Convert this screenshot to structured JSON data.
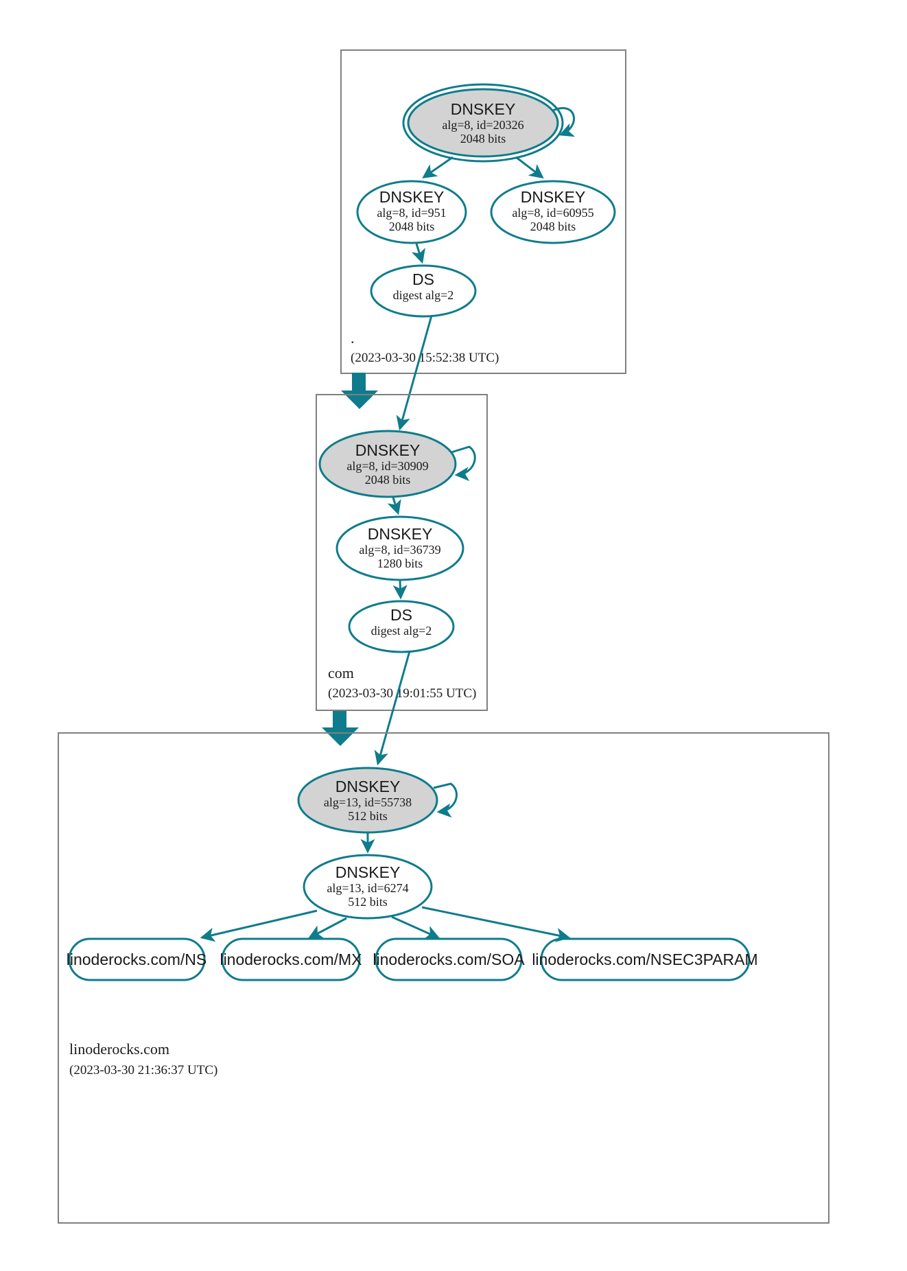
{
  "diagram": {
    "kind": "dnssec-chain-of-trust",
    "colors": {
      "accent": "#0e7c8c",
      "secure_node_fill": "#d3d3d3",
      "plain_node_fill": "#ffffff",
      "zone_border": "#808080",
      "text": "#1a1a1a",
      "background": "#ffffff"
    }
  },
  "zones": [
    {
      "id": "root",
      "name": ".",
      "timestamp": "(2023-03-30 15:52:38 UTC)",
      "nodes": [
        {
          "id": "root-ksk",
          "type": "DNSKEY",
          "title": "DNSKEY",
          "detail1": "alg=8, id=20326",
          "detail2": "2048 bits",
          "alg": "8",
          "key_id": "20326",
          "key_size": "2048 bits",
          "trust_anchor": true,
          "self_signed": true
        },
        {
          "id": "root-zsk-951",
          "type": "DNSKEY",
          "title": "DNSKEY",
          "detail1": "alg=8, id=951",
          "detail2": "2048 bits",
          "alg": "8",
          "key_id": "951",
          "key_size": "2048 bits",
          "trust_anchor": false,
          "self_signed": false
        },
        {
          "id": "root-zsk-60955",
          "type": "DNSKEY",
          "title": "DNSKEY",
          "detail1": "alg=8, id=60955",
          "detail2": "2048 bits",
          "alg": "8",
          "key_id": "60955",
          "key_size": "2048 bits",
          "trust_anchor": false,
          "self_signed": false
        },
        {
          "id": "root-ds",
          "type": "DS",
          "title": "DS",
          "detail1": "digest alg=2",
          "digest_alg": "2"
        }
      ]
    },
    {
      "id": "com",
      "name": "com",
      "timestamp": "(2023-03-30 19:01:55 UTC)",
      "nodes": [
        {
          "id": "com-ksk",
          "type": "DNSKEY",
          "title": "DNSKEY",
          "detail1": "alg=8, id=30909",
          "detail2": "2048 bits",
          "alg": "8",
          "key_id": "30909",
          "key_size": "2048 bits",
          "trust_anchor": false,
          "self_signed": true
        },
        {
          "id": "com-zsk",
          "type": "DNSKEY",
          "title": "DNSKEY",
          "detail1": "alg=8, id=36739",
          "detail2": "1280 bits",
          "alg": "8",
          "key_id": "36739",
          "key_size": "1280 bits",
          "trust_anchor": false,
          "self_signed": false
        },
        {
          "id": "com-ds",
          "type": "DS",
          "title": "DS",
          "detail1": "digest alg=2",
          "digest_alg": "2"
        }
      ]
    },
    {
      "id": "linoderocks",
      "name": "linoderocks.com",
      "timestamp": "(2023-03-30 21:36:37 UTC)",
      "nodes": [
        {
          "id": "lr-ksk",
          "type": "DNSKEY",
          "title": "DNSKEY",
          "detail1": "alg=13, id=55738",
          "detail2": "512 bits",
          "alg": "13",
          "key_id": "55738",
          "key_size": "512 bits",
          "trust_anchor": false,
          "self_signed": true
        },
        {
          "id": "lr-zsk",
          "type": "DNSKEY",
          "title": "DNSKEY",
          "detail1": "alg=13, id=6274",
          "detail2": "512 bits",
          "alg": "13",
          "key_id": "6274",
          "key_size": "512 bits",
          "trust_anchor": false,
          "self_signed": false
        }
      ],
      "rrsets": [
        {
          "id": "rr-ns",
          "label": "linoderocks.com/NS"
        },
        {
          "id": "rr-mx",
          "label": "linoderocks.com/MX"
        },
        {
          "id": "rr-soa",
          "label": "linoderocks.com/SOA"
        },
        {
          "id": "rr-nsec3param",
          "label": "linoderocks.com/NSEC3PARAM"
        }
      ]
    }
  ]
}
